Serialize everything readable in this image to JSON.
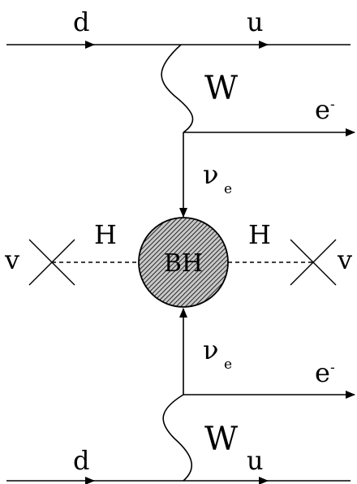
{
  "colors": {
    "line": "#000000",
    "background": "#ffffff",
    "blob_fill": "#c8c8c8",
    "blob_hatch": "#000000"
  },
  "labels": {
    "top_left_quark": "d",
    "top_right_quark": "u",
    "top_boson": "W",
    "top_lepton": "e",
    "top_lepton_charge": "-",
    "top_neutrino": "ν",
    "top_neutrino_sub": "e",
    "higgs_left": "H",
    "higgs_right": "H",
    "vev_left": "v",
    "vev_right": "v",
    "black_hole": "BH",
    "bottom_neutrino": "ν",
    "bottom_neutrino_sub": "e",
    "bottom_lepton": "e",
    "bottom_lepton_charge": "-",
    "bottom_boson": "W",
    "bottom_left_quark": "d",
    "bottom_right_quark": "u"
  }
}
